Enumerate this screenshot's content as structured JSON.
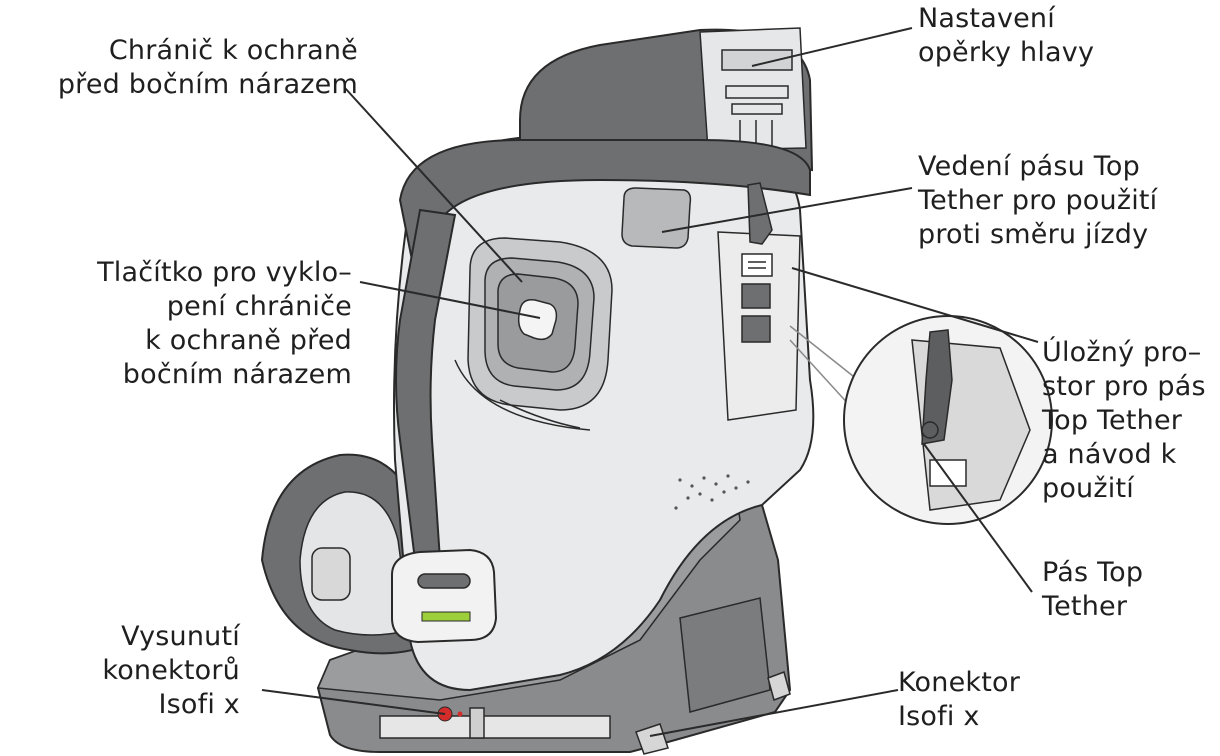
{
  "colors": {
    "shell_fill": "#e9eaeb",
    "padding_fill": "#6e6f71",
    "line": "#2a2a2a",
    "accent_green": "#9ccf3a",
    "indicator_red": "#d42b2b"
  },
  "labels": {
    "side_protector": [
      "Chránič k ochraně",
      "před bočním nárazem"
    ],
    "protector_button": [
      "Tlačítko pro vyklo–",
      "pení chrániče",
      "k ochraně před",
      "bočním nárazem"
    ],
    "connector_release": [
      "Vysunutí",
      "konektorů",
      "Isofi x"
    ],
    "headrest_adjust": [
      "Nastavení",
      "opěrky hlavy"
    ],
    "tether_guide": [
      "Vedení pásu Top",
      "Tether pro použití",
      "proti směru jízdy"
    ],
    "tether_storage": [
      "Úložný pro–",
      "stor pro pás",
      "Top Tether",
      "a návod k",
      "použití"
    ],
    "tether_strap": [
      "Pás Top",
      "Tether"
    ],
    "connector": [
      "Konektor",
      "Isofi x"
    ]
  }
}
